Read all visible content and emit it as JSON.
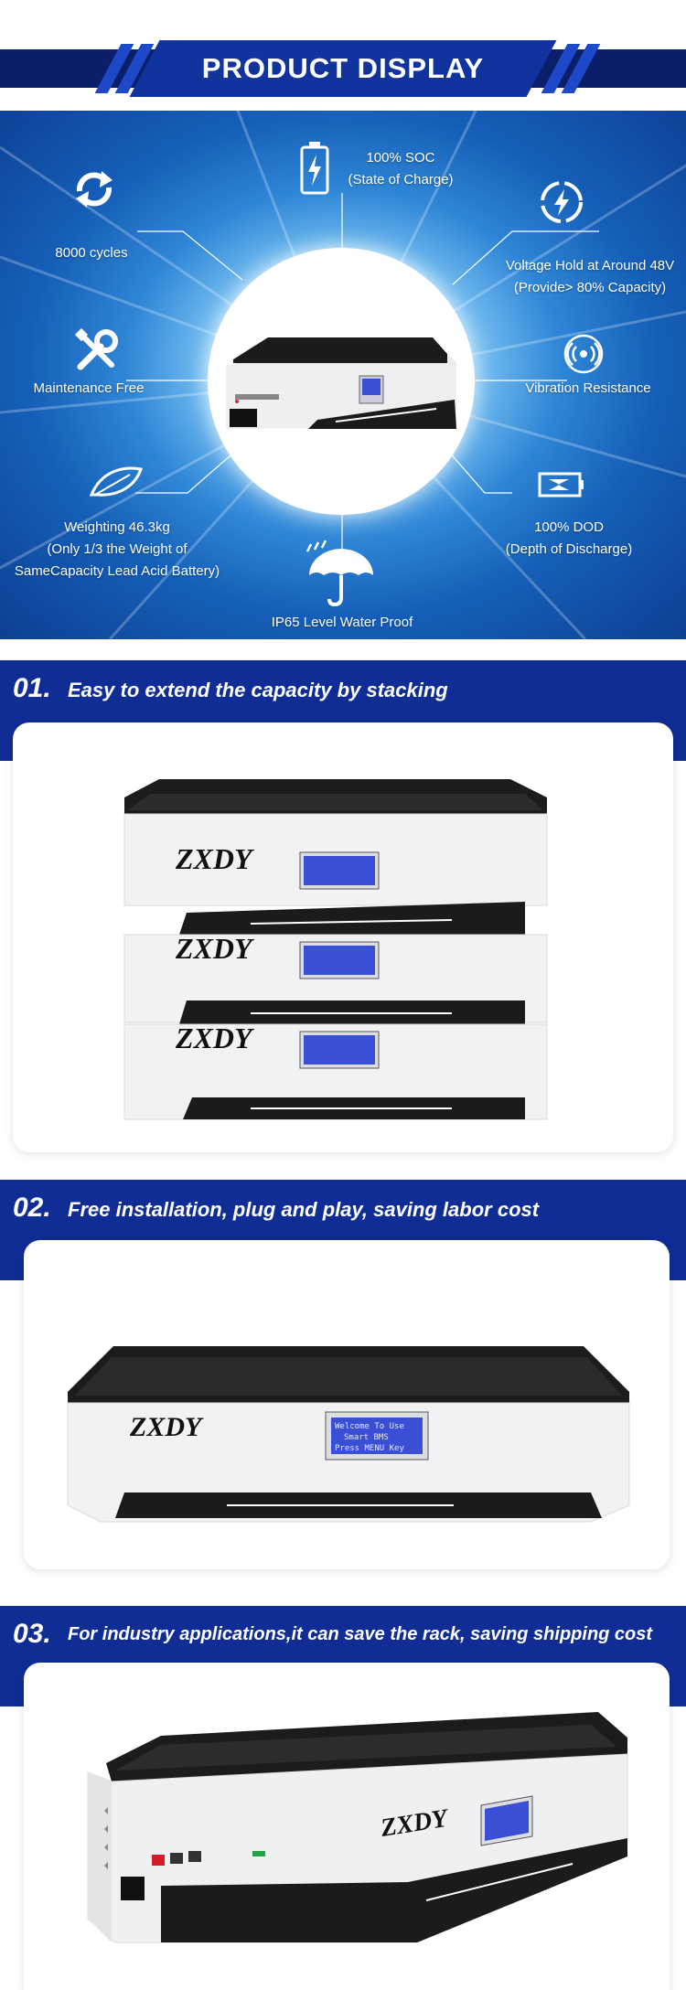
{
  "banner": {
    "title": "PRODUCT DISPLAY"
  },
  "hero": {
    "features": {
      "soc": [
        "100% SOC",
        "(State of Charge)"
      ],
      "cycles": [
        "8000 cycles"
      ],
      "voltage": [
        "Voltage Hold at Around 48V",
        "(Provide> 80% Capacity)"
      ],
      "maintenance": [
        "Maintenance Free"
      ],
      "vibration": [
        "Vibration Resistance"
      ],
      "weight": [
        "Weighting 46.3kg",
        "(Only 1/3 the Weight of",
        "SameCapacity Lead Acid Battery)"
      ],
      "dod": [
        "100% DOD",
        "(Depth of Discharge)"
      ],
      "waterproof": [
        "IP65 Level  Water Proof"
      ]
    },
    "icons": {
      "soc": "battery-charge-icon",
      "cycles": "cycle-arrows-icon",
      "voltage": "voltage-power-icon",
      "maintenance": "wrench-tools-icon",
      "vibration": "vibration-icon",
      "weight": "feather-icon",
      "dod": "battery-discharge-icon",
      "waterproof": "umbrella-rain-icon"
    }
  },
  "sections": [
    {
      "number": "01.",
      "text": "Easy to extend the capacity by stacking"
    },
    {
      "number": "02.",
      "text": "Free installation, plug and play, saving labor cost"
    },
    {
      "number": "03.",
      "text": "For industry applications,it can save the rack, saving shipping cost"
    }
  ],
  "product": {
    "brand": "ZXDY",
    "lcd_line1": "Welcome To Use",
    "lcd_line2": "Smart BMS",
    "lcd_line3": "Press MENU Key"
  },
  "colors": {
    "navy": "#0f2d95",
    "banner_center": "#10339e",
    "lcd_blue": "#3a4fd6"
  }
}
